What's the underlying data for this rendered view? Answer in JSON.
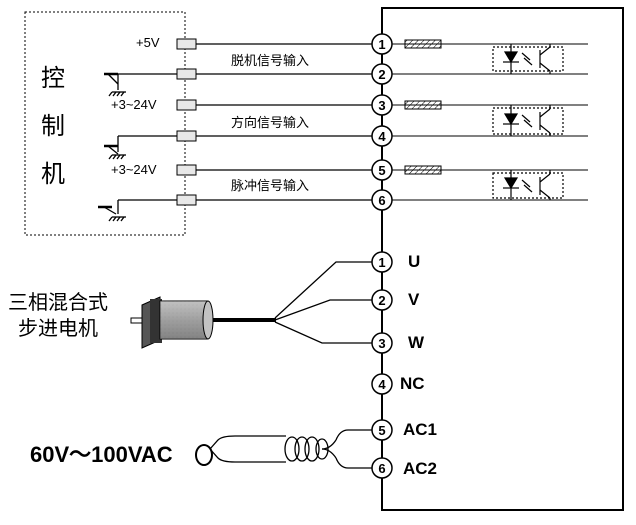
{
  "controller": {
    "label_chars": [
      "控",
      "制",
      "机"
    ]
  },
  "inputs": [
    {
      "voltage": "+5V",
      "signal": "脱机信号输入",
      "pins": [
        "1",
        "2"
      ]
    },
    {
      "voltage": "+3~24V",
      "signal": "方向信号输入",
      "pins": [
        "3",
        "4"
      ]
    },
    {
      "voltage": "+3~24V",
      "signal": "脉冲信号输入",
      "pins": [
        "5",
        "6"
      ]
    }
  ],
  "motor": {
    "label_line1": "三相混合式",
    "label_line2": "步进电机"
  },
  "power_terminals": [
    {
      "pin": "1",
      "label": "U"
    },
    {
      "pin": "2",
      "label": "V"
    },
    {
      "pin": "3",
      "label": "W"
    },
    {
      "pin": "4",
      "label": "NC"
    },
    {
      "pin": "5",
      "label": "AC1"
    },
    {
      "pin": "6",
      "label": "AC2"
    }
  ],
  "power_supply": {
    "label": "60V～100VAC"
  }
}
